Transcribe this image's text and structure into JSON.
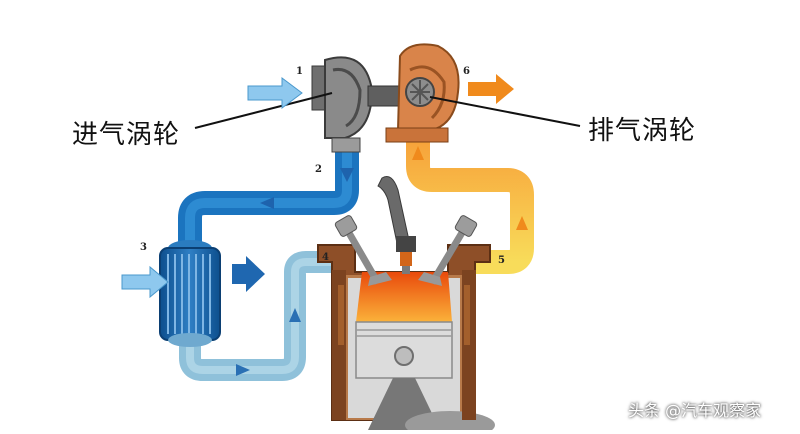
{
  "labels": {
    "intake_turbine": "进气涡轮",
    "exhaust_turbine": "排气涡轮"
  },
  "numbers": [
    "1",
    "2",
    "3",
    "4",
    "5",
    "6"
  ],
  "watermark": "头条 @汽车观察家",
  "colors": {
    "cool_air": "#1a7fd0",
    "intake_pipe": "#9cc9df",
    "hot_exhaust": "#f5c542",
    "exhaust_arrow": "#f08a1c",
    "combustion": "#f26a12",
    "engine_block": "#8a4a25",
    "turbo_housing": "#7c7c7c"
  },
  "icons": [
    "inlet-air-arrow",
    "outlet-air-arrow",
    "intercooler-air-arrow",
    "flow-arrow"
  ]
}
